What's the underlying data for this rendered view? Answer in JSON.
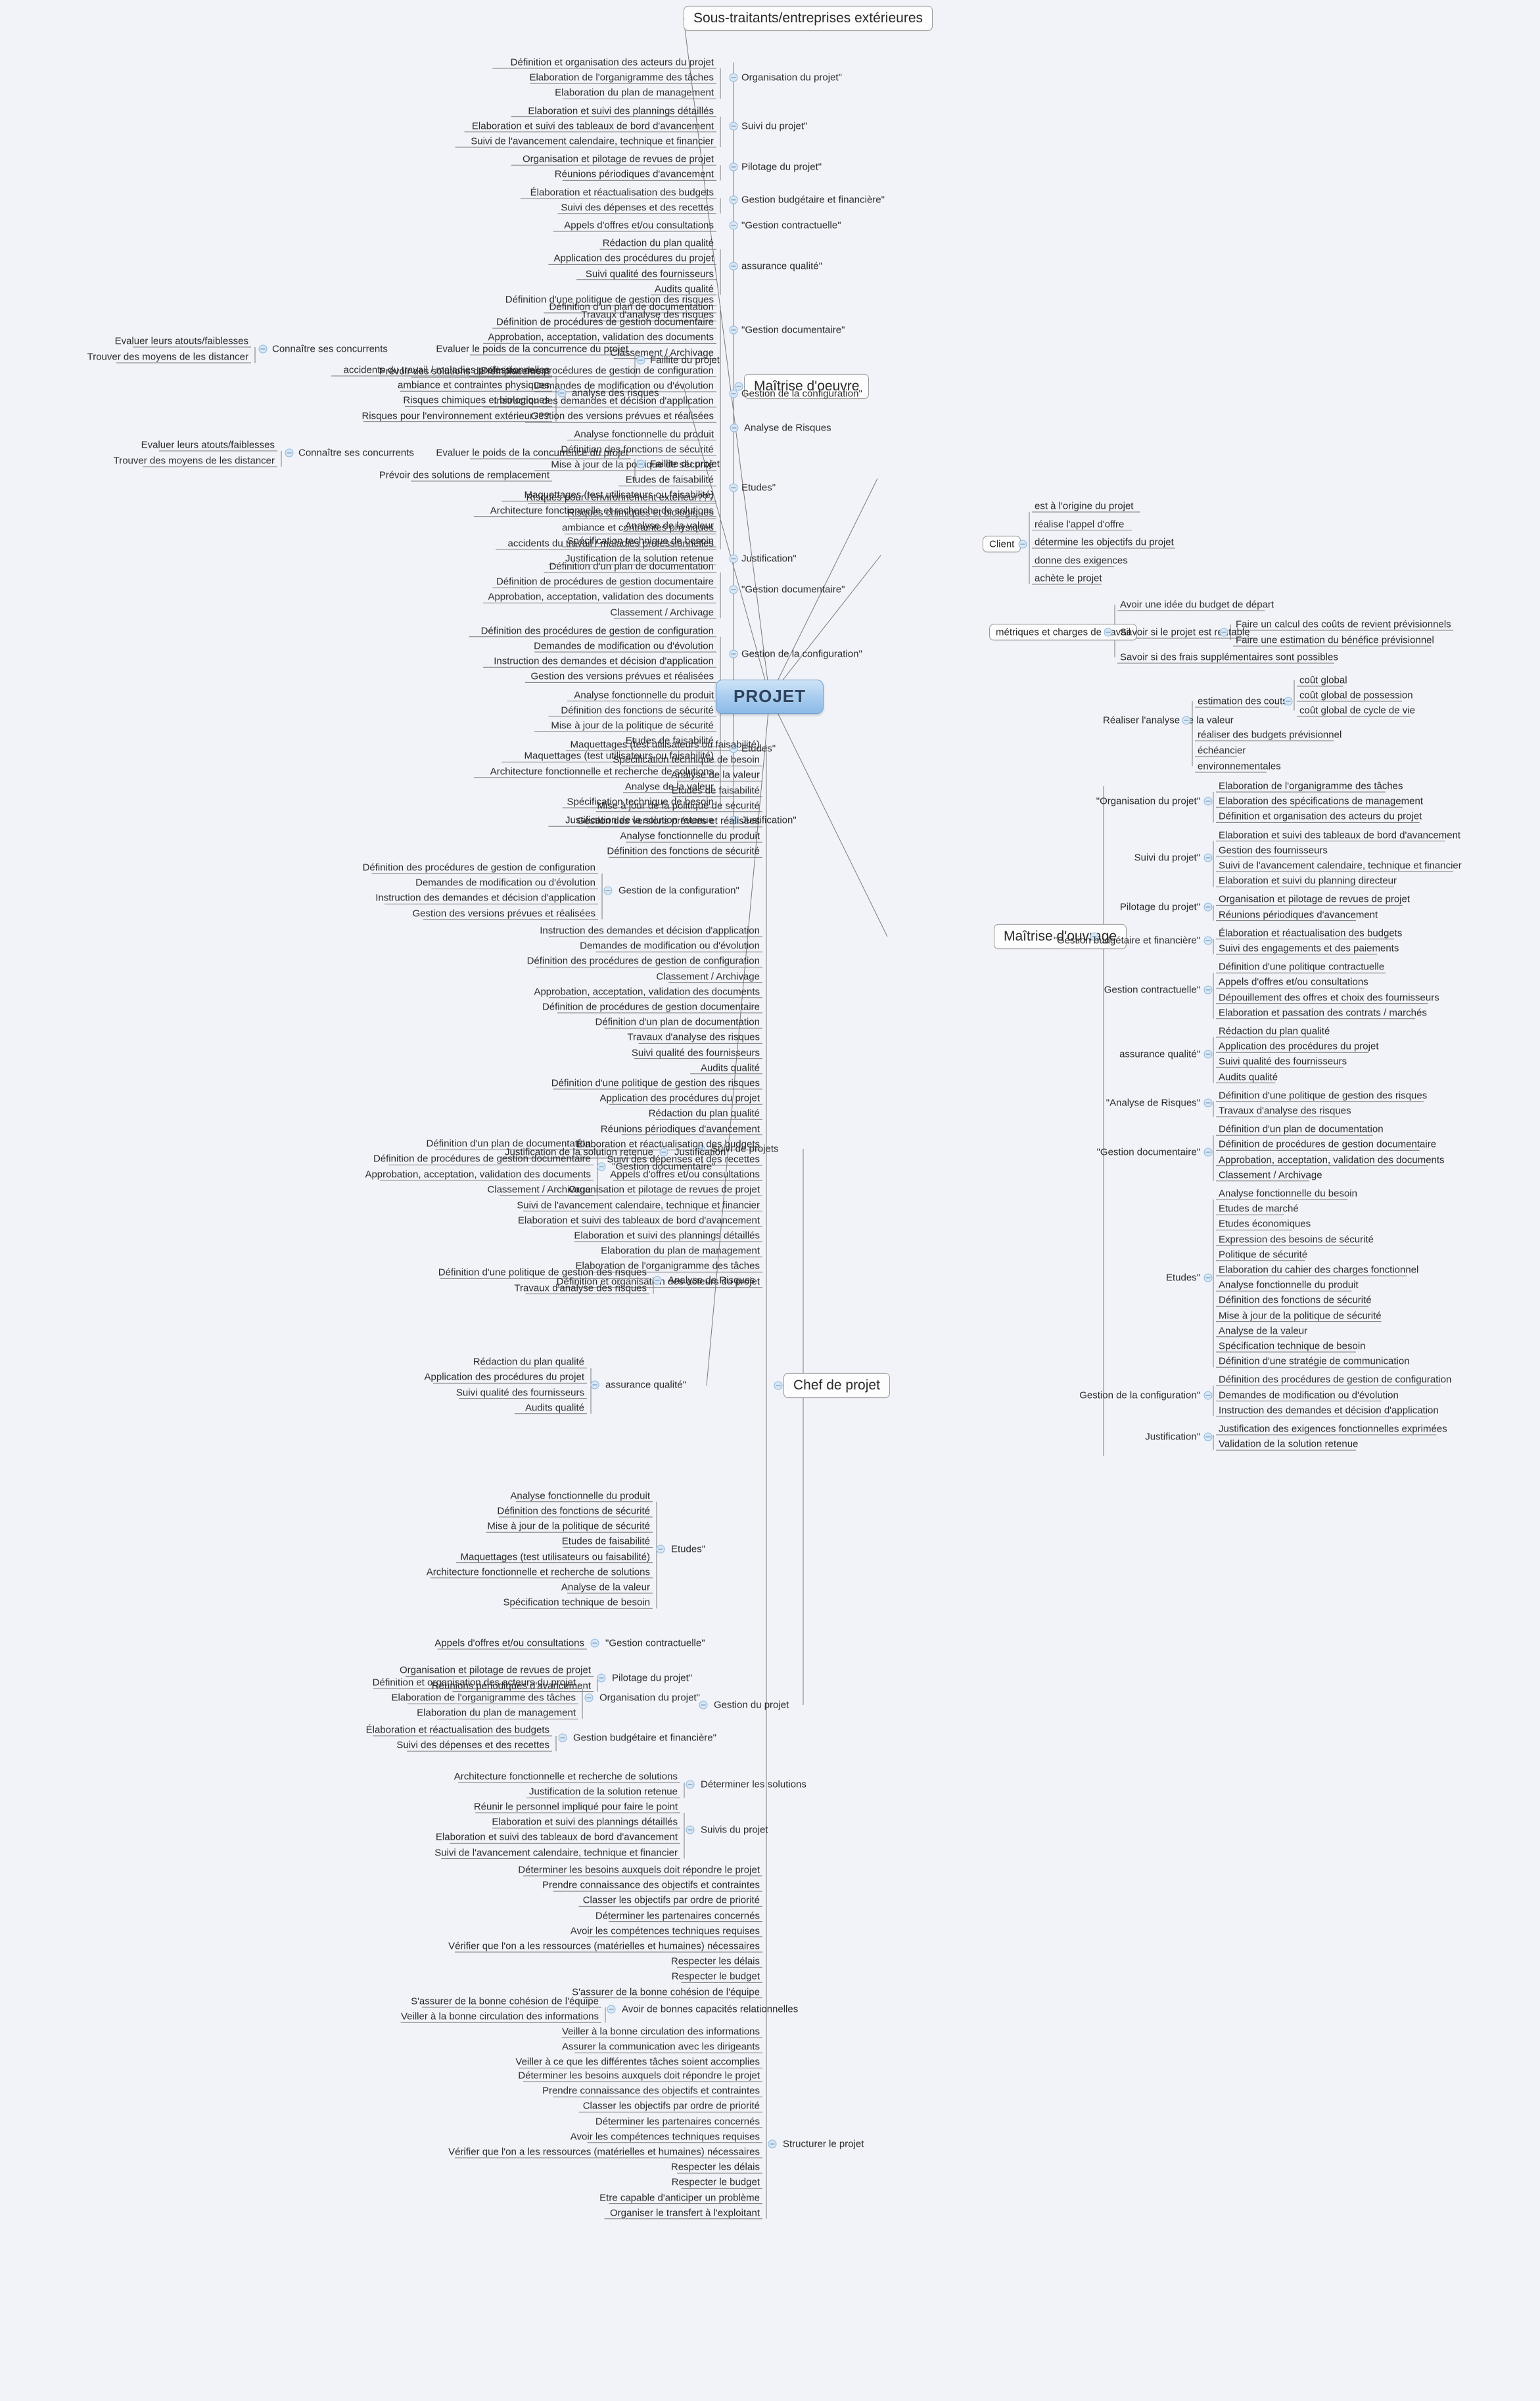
{
  "title": "PROJET",
  "root": {
    "label": "PROJET"
  },
  "colors": {
    "canvas": "#f1f3f8",
    "root_fill": "#a9cdef",
    "root_text": "#30435c",
    "node_fill": "#fdfdfd",
    "node_border": "#9a9a9a",
    "link": "#7a7a7a",
    "bubble": "#d8e7f5"
  },
  "main_branches": [
    {
      "id": "sous-traitants",
      "label": "Sous-traitants/entreprises extérieures"
    },
    {
      "id": "maitrise-oeuvre",
      "label": "Maîtrise d'oeuvre"
    },
    {
      "id": "client",
      "label": "Client"
    },
    {
      "id": "metriques",
      "label": "métriques et charges de travail"
    },
    {
      "id": "maitrise-ouvrage",
      "label": "Maîtrise d'ouvrage"
    },
    {
      "id": "chef-de-projet",
      "label": "Chef de projet"
    }
  ],
  "client": {
    "label": "Client",
    "children": [
      "est à l'origine du projet",
      "réalise l'appel d'offre",
      "détermine les objectifs du projet",
      "donne des exigences",
      "achète le projet"
    ]
  },
  "metriques": {
    "label": "métriques et charges de travail",
    "children": [
      {
        "label": "Avoir une idée du budget de départ"
      },
      {
        "label": "Savoir si le projet est rentable",
        "children": [
          "Faire un calcul des coûts de revient prévisionnels",
          "Faire une estimation du bénéfice prévisionnel"
        ]
      },
      {
        "label": "Savoir si des frais supplémentaires sont possibles"
      }
    ]
  },
  "maitrise_oeuvre": {
    "label": "Maîtrise d'oeuvre",
    "groups": [
      {
        "label": "Organisation du projet\"",
        "children": [
          "Définition et organisation des acteurs du projet",
          "Elaboration de l'organigramme des tâches",
          "Elaboration du plan de management"
        ]
      },
      {
        "label": "Suivi du projet\"",
        "children": [
          "Elaboration et suivi des plannings détaillés",
          "Elaboration et suivi des tableaux de bord d'avancement",
          "Suivi de l'avancement calendaire, technique et financier"
        ]
      },
      {
        "label": "Pilotage du projet\"",
        "children": [
          "Organisation et pilotage de revues de projet",
          "Réunions périodiques d'avancement"
        ]
      },
      {
        "label": "Gestion budgétaire et financière\"",
        "children": [
          "Élaboration et réactualisation des budgets",
          "Suivi des dépenses et des recettes"
        ]
      },
      {
        "label": "\"Gestion contractuelle\"",
        "children": [
          "Appels d'offres et/ou consultations"
        ]
      },
      {
        "label": "assurance qualité\"",
        "children": [
          "Rédaction du plan qualité",
          "Application des procédures du projet",
          "Suivi qualité des fournisseurs",
          "Audits qualité"
        ]
      },
      {
        "label": "Analyse de Risques",
        "children": [
          "Définition d'une politique de gestion des risques",
          "Travaux d'analyse des risques"
        ],
        "subgroups": [
          {
            "label": "Faillite du projet",
            "children": [
              "Evaluer le poids de la concurrence du projet",
              "Prévoir des solutions de remplacement"
            ],
            "deep": {
              "label": "Connaître ses concurrents",
              "children": [
                "Evaluer leurs atouts/faiblesses",
                "Trouver des moyens de les distancer"
              ]
            }
          },
          {
            "label": "analyse des risques",
            "children": [
              "accidents du travail / maladies professionnelles",
              "ambiance et contraintes physiques",
              "Risques chimiques et biologiques",
              "Risques pour l'environnement extérieur???"
            ]
          },
          {
            "label": "Faillite du projet",
            "children": [
              "Evaluer le poids de la concurrence du projet",
              "Prévoir des solutions de remplacement"
            ],
            "deep": {
              "label": "Connaître ses concurrents",
              "children": [
                "Evaluer leurs atouts/faiblesses",
                "Trouver des moyens de les distancer"
              ]
            }
          }
        ],
        "extra": [
          "Risques pour l'environnement extérieur???",
          "Risques chimiques et biologiques",
          "ambiance et contraintes physiques",
          "accidents du travail / maladies professionnelles"
        ]
      },
      {
        "label": "\"Gestion documentaire\"",
        "children": [
          "Définition d'un plan de documentation",
          "Définition de procédures de gestion documentaire",
          "Approbation, acceptation, validation des documents",
          "Classement / Archivage"
        ]
      },
      {
        "label": "Gestion de la configuration\"",
        "children": [
          "Définition des procédures de gestion de configuration",
          "Demandes de modification ou d'évolution",
          "Instruction des demandes et décision d'application",
          "Gestion des versions prévues et réalisées"
        ]
      },
      {
        "label": "Etudes\"",
        "children": [
          "Analyse fonctionnelle du produit",
          "Définition des fonctions de sécurité",
          "Mise à jour de la politique de sécurité",
          "Etudes de faisabilité",
          "Maquettages (test utilisateurs ou faisabilité)",
          "Architecture fonctionnelle et recherche de solutions",
          "Analyse de la valeur",
          "Spécification technique de besoin"
        ]
      },
      {
        "label": "Justification\"",
        "children": [
          "Justification de la solution retenue"
        ]
      }
    ]
  },
  "maitrise_ouvrage": {
    "label": "Maîtrise d'ouvrage",
    "analyse_valeur": {
      "label": "Réaliser l'analyse de la valeur",
      "children": [
        {
          "label": "estimation des couts",
          "children": [
            "coût global",
            "coût global de possession",
            "coût global de cycle de vie"
          ]
        },
        {
          "label": "réaliser des budgets prévisionnel"
        },
        {
          "label": "échéancier"
        },
        {
          "label": "environnementales"
        }
      ]
    },
    "groups": [
      {
        "label": "\"Organisation du projet\"",
        "children": [
          "Elaboration de l'organigramme des tâches",
          "Elaboration des spécifications de management",
          "Définition et organisation des acteurs du projet"
        ]
      },
      {
        "label": "Suivi du projet\"",
        "children": [
          "Elaboration et suivi des tableaux de bord d'avancement",
          "Gestion des fournisseurs",
          "Suivi de l'avancement calendaire, technique et financier",
          "Elaboration et suivi du planning directeur"
        ]
      },
      {
        "label": "Pilotage du projet\"",
        "children": [
          "Organisation et pilotage de revues de projet",
          "Réunions périodiques d'avancement"
        ]
      },
      {
        "label": "\"Gestion budgétaire et financière\"",
        "children": [
          "Élaboration et réactualisation des budgets",
          "Suivi des engagements et des paiements"
        ]
      },
      {
        "label": "Gestion contractuelle\"",
        "children": [
          "Définition d'une politique contractuelle",
          "Appels d'offres et/ou consultations",
          "Dépouillement des offres et choix des fournisseurs",
          "Elaboration et passation des contrats / marchés"
        ]
      },
      {
        "label": "assurance qualité\"",
        "children": [
          "Rédaction du plan qualité",
          "Application des procédures du projet",
          "Suivi qualité des fournisseurs",
          "Audits qualité"
        ]
      },
      {
        "label": "\"Analyse de Risques\"",
        "children": [
          "Définition d'une politique de gestion des risques",
          "Travaux d'analyse des risques"
        ]
      },
      {
        "label": "\"Gestion documentaire\"",
        "children": [
          "Définition d'un plan de documentation",
          "Définition de procédures de gestion documentaire",
          "Approbation, acceptation, validation des documents",
          "Classement / Archivage"
        ]
      },
      {
        "label": "Etudes\"",
        "children": [
          "Analyse fonctionnelle du besoin",
          "Etudes de marché",
          "Etudes économiques",
          "Expression des besoins de sécurité",
          "Politique de sécurité",
          "Elaboration du cahier des charges fonctionnel",
          "Analyse fonctionnelle du produit",
          "Définition des fonctions de sécurité",
          "Mise à jour de la politique de sécurité",
          "Analyse de la valeur",
          "Spécification technique de besoin",
          "Définition d'une stratégie de communication"
        ]
      },
      {
        "label": "Gestion de la configuration\"",
        "children": [
          "Définition des procédures de gestion de configuration",
          "Demandes de modification ou d'évolution",
          "Instruction des demandes et décision d'application"
        ]
      },
      {
        "label": "Justification\"",
        "children": [
          "Justification des exigences fonctionnelles exprimées",
          "Validation de la solution retenue"
        ]
      }
    ]
  },
  "chef_de_projet": {
    "label": "Chef de projet",
    "suivi_de_projets": {
      "label": "Suivi de projets",
      "top_leaves": [
        "Maquettages (test utilisateurs ou faisabilité)",
        "Spécification technique de besoin",
        "Analyse de la valeur",
        "Etudes de faisabilité",
        "Mise à jour de la politique de sécurité",
        "Gestion des versions prévues et réalisées",
        "Analyse fonctionnelle du produit",
        "Définition des fonctions de sécurité"
      ],
      "groups": [
        {
          "label": "Gestion de la configuration\"",
          "children": [
            "Définition des procédures de gestion de configuration",
            "Demandes de modification ou d'évolution",
            "Instruction des demandes et décision d'application",
            "Gestion des versions prévues et réalisées"
          ]
        },
        {
          "label": "\"Gestion documentaire\"",
          "children": [
            "Définition d'un plan de documentation",
            "Définition de procédures de gestion documentaire",
            "Approbation, acceptation, validation des documents",
            "Classement / Archivage"
          ]
        },
        {
          "label": "Justification\"",
          "children": [
            "Justification de la solution retenue"
          ]
        },
        {
          "label": "Analyse de Risques",
          "children": [
            "Définition d'une politique de gestion des risques",
            "Travaux d'analyse des risques"
          ]
        },
        {
          "label": "assurance qualité\"",
          "children": [
            "Rédaction du plan qualité",
            "Application des procédures du projet",
            "Suivi qualité des fournisseurs",
            "Audits qualité"
          ]
        },
        {
          "label": "Etudes\"",
          "children": [
            "Analyse fonctionnelle du produit",
            "Définition des fonctions de sécurité",
            "Mise à jour de la politique de sécurité",
            "Etudes de faisabilité",
            "Maquettages (test utilisateurs ou faisabilité)",
            "Architecture fonctionnelle et recherche de solutions",
            "Analyse de la valeur",
            "Spécification technique de besoin"
          ]
        },
        {
          "label": "\"Gestion contractuelle\"",
          "children": [
            "Appels d'offres et/ou consultations"
          ]
        },
        {
          "label": "Pilotage du projet\"",
          "children": [
            "Organisation et pilotage de revues de projet",
            "Réunions périodiques d'avancement"
          ]
        }
      ],
      "mid_leaves": [
        "Instruction des demandes et décision d'application",
        "Demandes de modification ou d'évolution",
        "Définition des procédures de gestion de configuration",
        "Classement / Archivage",
        "Approbation, acceptation, validation des documents",
        "Définition de procédures de gestion documentaire",
        "Définition d'un plan de documentation",
        "Travaux d'analyse des risques",
        "Suivi qualité des fournisseurs",
        "Audits qualité",
        "Définition d'une politique de gestion des risques",
        "Application des procédures du projet",
        "Rédaction du plan qualité",
        "Réunions périodiques d'avancement",
        "Élaboration et réactualisation des budgets",
        "Suivi des dépenses et des recettes",
        "Appels d'offres et/ou consultations",
        "Organisation et pilotage de revues de projet",
        "Suivi de l'avancement calendaire, technique et financier",
        "Elaboration et suivi des tableaux de bord d'avancement",
        "Elaboration et suivi des plannings détaillés",
        "Elaboration du plan de management",
        "Elaboration de l'organigramme des tâches",
        "Définition et organisation des acteurs du projet"
      ]
    },
    "gestion_du_projet": {
      "label": "Gestion du projet",
      "groups": [
        {
          "label": "Organisation du projet\"",
          "children": [
            "Définition et organisation des acteurs du projet",
            "Elaboration de l'organigramme des tâches",
            "Elaboration du plan de management"
          ]
        },
        {
          "label": "Gestion budgétaire et financière\"",
          "children": [
            "Élaboration et réactualisation des budgets",
            "Suivi des dépenses et des recettes"
          ]
        }
      ]
    },
    "determiner_les_solutions": {
      "label": "Déterminer les solutions",
      "children": [
        "Architecture fonctionnelle et recherche de solutions",
        "Justification de la solution retenue"
      ]
    },
    "suivis_du_projet": {
      "label": "Suivis du projet",
      "children": [
        "Réunir le personnel impliqué pour faire le point",
        "Elaboration et suivi des plannings détaillés",
        "Elaboration et suivi des tableaux de bord d'avancement",
        "Suivi de l'avancement calendaire, technique et financier"
      ]
    },
    "free_leaves": [
      "Déterminer les besoins  auxquels doit répondre le projet",
      "Prendre connaissance des objectifs et contraintes",
      "Classer les objectifs par ordre de priorité",
      "Déterminer les partenaires concernés",
      "Avoir les compétences techniques requises",
      "Vérifier que l'on a les ressources (matérielles et humaines) nécessaires",
      "Respecter les délais",
      "Respecter le budget",
      "S'assurer de la bonne cohésion de l'équipe"
    ],
    "capacites_relationnelles": {
      "label": "Avoir de bonnes capacités relationnelles",
      "children": [
        "S'assurer de la bonne cohésion de l'équipe",
        "Veiller à la bonne circulation des informations"
      ]
    },
    "free_leaves2": [
      "Veiller à la bonne circulation des informations",
      "Assurer la communication avec les dirigeants",
      "Veiller à ce que les différentes tâches soient accomplies"
    ],
    "structurer_le_projet": {
      "label": "Structurer le projet",
      "children": [
        "Déterminer les besoins  auxquels doit répondre le projet",
        "Prendre connaissance des objectifs et contraintes",
        "Classer les objectifs par ordre de priorité",
        "Déterminer les partenaires concernés",
        "Avoir les compétences techniques requises",
        "Vérifier que l'on a les ressources (matérielles et humaines) nécessaires",
        "Respecter les délais",
        "Respecter le budget",
        "Etre capable d'anticiper un problème",
        "Organiser le transfert à l'exploitant"
      ]
    }
  }
}
